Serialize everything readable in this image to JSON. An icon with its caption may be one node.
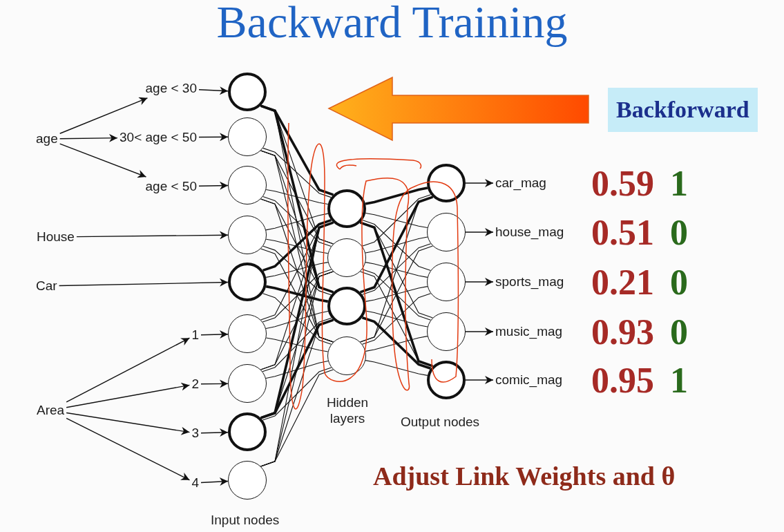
{
  "diagram": {
    "title": "Backward Training",
    "nodes": [
      {
        "text": [
          "age"
        ]
      },
      {
        "text": [
          "age < 30"
        ]
      },
      {
        "text": [
          "30< age < 50"
        ]
      },
      {
        "text": [
          "age < 50"
        ]
      },
      {
        "text": [
          "House"
        ]
      },
      {
        "text": [
          "Car"
        ]
      },
      {
        "text": [
          "Area"
        ]
      },
      {
        "text": [
          "1"
        ]
      },
      {
        "text": [
          "2"
        ]
      },
      {
        "text": [
          "3"
        ]
      },
      {
        "text": [
          "4"
        ]
      },
      {
        "text": [],
        "shape": "circle"
      },
      {
        "text": [],
        "shape": "circle"
      },
      {
        "text": [],
        "shape": "circle"
      },
      {
        "text": [],
        "shape": "circle"
      },
      {
        "text": [],
        "shape": "circle"
      },
      {
        "text": [],
        "shape": "circle"
      },
      {
        "text": [],
        "shape": "circle"
      },
      {
        "text": [],
        "shape": "circle"
      },
      {
        "text": [],
        "shape": "circle"
      },
      {
        "text": [],
        "shape": "circle"
      },
      {
        "text": [],
        "shape": "circle"
      },
      {
        "text": [],
        "shape": "circle"
      },
      {
        "text": [],
        "shape": "circle"
      },
      {
        "text": [],
        "shape": "circle"
      },
      {
        "text": [],
        "shape": "circle"
      },
      {
        "text": [],
        "shape": "circle"
      },
      {
        "text": [],
        "shape": "circle"
      },
      {
        "text": [],
        "shape": "circle"
      },
      {
        "text": [
          "car_mag"
        ]
      },
      {
        "text": [
          "house_mag"
        ]
      },
      {
        "text": [
          "sports_mag"
        ]
      },
      {
        "text": [
          "music_mag"
        ]
      },
      {
        "text": [
          "comic_mag"
        ]
      },
      {
        "text": [
          "Backforward"
        ]
      }
    ],
    "edges": [
      {
        "from": 0,
        "to": 1,
        "arrow": "to"
      },
      {
        "from": 0,
        "to": 2,
        "arrow": "to"
      },
      {
        "from": 0,
        "to": 3,
        "arrow": "to"
      },
      {
        "from": 1,
        "to": 11,
        "arrow": "to"
      },
      {
        "from": 2,
        "to": 12,
        "arrow": "to"
      },
      {
        "from": 3,
        "to": 13,
        "arrow": "to"
      },
      {
        "from": 4,
        "to": 14,
        "arrow": "to"
      },
      {
        "from": 5,
        "to": 15,
        "arrow": "to"
      },
      {
        "from": 6,
        "to": 7,
        "arrow": "to"
      },
      {
        "from": 6,
        "to": 8,
        "arrow": "to"
      },
      {
        "from": 6,
        "to": 9,
        "arrow": "to"
      },
      {
        "from": 6,
        "to": 10,
        "arrow": "to"
      },
      {
        "from": 7,
        "to": 16,
        "arrow": "to"
      },
      {
        "from": 8,
        "to": 17,
        "arrow": "to"
      },
      {
        "from": 9,
        "to": 18,
        "arrow": "to"
      },
      {
        "from": 10,
        "to": 19,
        "arrow": "to"
      },
      {
        "from": 11,
        "to": 20,
        "arrow": "none",
        "style": "thick"
      },
      {
        "from": 11,
        "to": 21,
        "arrow": "none"
      },
      {
        "from": 11,
        "to": 22,
        "arrow": "none",
        "style": "thick"
      },
      {
        "from": 11,
        "to": 23,
        "arrow": "none"
      },
      {
        "from": 12,
        "to": 20,
        "arrow": "none"
      },
      {
        "from": 12,
        "to": 21,
        "arrow": "none"
      },
      {
        "from": 12,
        "to": 22,
        "arrow": "none"
      },
      {
        "from": 12,
        "to": 23,
        "arrow": "none"
      },
      {
        "from": 13,
        "to": 20,
        "arrow": "none"
      },
      {
        "from": 13,
        "to": 21,
        "arrow": "none"
      },
      {
        "from": 13,
        "to": 22,
        "arrow": "none"
      },
      {
        "from": 13,
        "to": 23,
        "arrow": "none"
      },
      {
        "from": 14,
        "to": 20,
        "arrow": "none"
      },
      {
        "from": 14,
        "to": 21,
        "arrow": "none"
      },
      {
        "from": 14,
        "to": 22,
        "arrow": "none"
      },
      {
        "from": 14,
        "to": 23,
        "arrow": "none"
      },
      {
        "from": 15,
        "to": 20,
        "arrow": "none",
        "style": "thick"
      },
      {
        "from": 15,
        "to": 21,
        "arrow": "none"
      },
      {
        "from": 15,
        "to": 22,
        "arrow": "none",
        "style": "thick"
      },
      {
        "from": 15,
        "to": 23,
        "arrow": "none"
      },
      {
        "from": 16,
        "to": 20,
        "arrow": "none"
      },
      {
        "from": 16,
        "to": 21,
        "arrow": "none"
      },
      {
        "from": 16,
        "to": 22,
        "arrow": "none"
      },
      {
        "from": 16,
        "to": 23,
        "arrow": "none"
      },
      {
        "from": 17,
        "to": 20,
        "arrow": "none"
      },
      {
        "from": 17,
        "to": 21,
        "arrow": "none"
      },
      {
        "from": 17,
        "to": 22,
        "arrow": "none"
      },
      {
        "from": 17,
        "to": 23,
        "arrow": "none"
      },
      {
        "from": 18,
        "to": 20,
        "arrow": "none",
        "style": "thick"
      },
      {
        "from": 18,
        "to": 21,
        "arrow": "none"
      },
      {
        "from": 18,
        "to": 22,
        "arrow": "none",
        "style": "thick"
      },
      {
        "from": 18,
        "to": 23,
        "arrow": "none"
      },
      {
        "from": 19,
        "to": 20,
        "arrow": "none"
      },
      {
        "from": 19,
        "to": 21,
        "arrow": "none"
      },
      {
        "from": 19,
        "to": 22,
        "arrow": "none"
      },
      {
        "from": 19,
        "to": 23,
        "arrow": "none"
      },
      {
        "from": 20,
        "to": 24,
        "arrow": "none",
        "style": "thick"
      },
      {
        "from": 20,
        "to": 25,
        "arrow": "none"
      },
      {
        "from": 20,
        "to": 26,
        "arrow": "none"
      },
      {
        "from": 20,
        "to": 27,
        "arrow": "none"
      },
      {
        "from": 20,
        "to": 28,
        "arrow": "none",
        "style": "thick"
      },
      {
        "from": 21,
        "to": 24,
        "arrow": "none"
      },
      {
        "from": 21,
        "to": 25,
        "arrow": "none"
      },
      {
        "from": 21,
        "to": 26,
        "arrow": "none"
      },
      {
        "from": 21,
        "to": 27,
        "arrow": "none"
      },
      {
        "from": 21,
        "to": 28,
        "arrow": "none"
      },
      {
        "from": 22,
        "to": 24,
        "arrow": "none",
        "style": "thick"
      },
      {
        "from": 22,
        "to": 25,
        "arrow": "none"
      },
      {
        "from": 22,
        "to": 26,
        "arrow": "none"
      },
      {
        "from": 22,
        "to": 27,
        "arrow": "none"
      },
      {
        "from": 22,
        "to": 28,
        "arrow": "none",
        "style": "thick"
      },
      {
        "from": 23,
        "to": 24,
        "arrow": "none"
      },
      {
        "from": 23,
        "to": 25,
        "arrow": "none"
      },
      {
        "from": 23,
        "to": 26,
        "arrow": "none"
      },
      {
        "from": 23,
        "to": 27,
        "arrow": "none"
      },
      {
        "from": 23,
        "to": 28,
        "arrow": "none"
      },
      {
        "from": 24,
        "to": 29,
        "arrow": "to"
      },
      {
        "from": 25,
        "to": 30,
        "arrow": "to"
      },
      {
        "from": 26,
        "to": 31,
        "arrow": "to"
      },
      {
        "from": 27,
        "to": 32,
        "arrow": "to"
      },
      {
        "from": 28,
        "to": 33,
        "arrow": "to"
      }
    ],
    "labels": [
      "0.59",
      "1",
      "0.51",
      "0",
      "0.21",
      "0",
      "0.93",
      "0",
      "0.95",
      "1",
      "Hidden layers",
      "Output nodes",
      "Adjust Link Weights and θ",
      "Input nodes"
    ]
  }
}
